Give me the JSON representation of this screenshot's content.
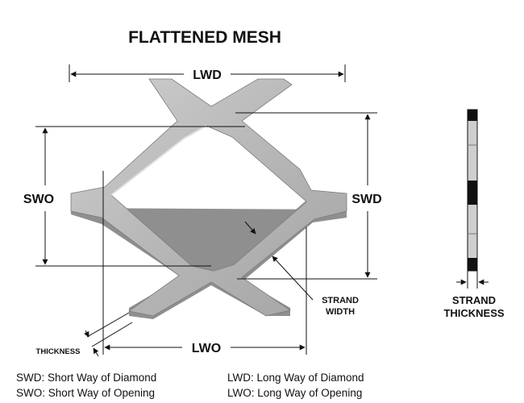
{
  "title": "FLATTENED MESH",
  "dimensions": {
    "lwd": "LWD",
    "lwo": "LWO",
    "swd": "SWD",
    "swo": "SWO",
    "strand_width_line1": "STRAND",
    "strand_width_line2": "WIDTH",
    "thickness": "THICKNESS",
    "strand_thickness_line1": "STRAND",
    "strand_thickness_line2": "THICKNESS"
  },
  "legend": {
    "swd": "SWD: Short Way of Diamond",
    "swo": "SWO: Short Way of Opening",
    "lwd": "LWD: Long Way of Diamond",
    "lwo": "LWO: Long Way of Opening"
  },
  "colors": {
    "metal": "#b9b9b9",
    "metal_dark": "#8f8f8f",
    "metal_light": "#d6d6d6",
    "ink": "#111111"
  }
}
